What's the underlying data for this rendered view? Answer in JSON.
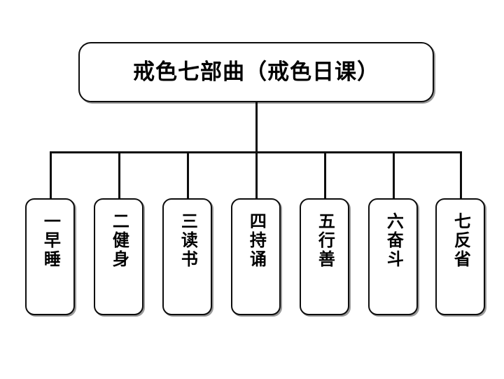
{
  "diagram": {
    "type": "org-chart",
    "background_color": "#ffffff",
    "line_color": "#0d0d0d",
    "shadow_color": "#9a9a9a",
    "root": {
      "label": "戒色七部曲（戒色日课）"
    },
    "children": [
      {
        "index": "1",
        "label": "一早睡"
      },
      {
        "index": "2",
        "label": "二健身"
      },
      {
        "index": "3",
        "label": "三读书"
      },
      {
        "index": "4",
        "label": "四持诵"
      },
      {
        "index": "5",
        "label": "五行善"
      },
      {
        "index": "6",
        "label": "六奋斗"
      },
      {
        "index": "7",
        "label": "七反省"
      }
    ]
  }
}
